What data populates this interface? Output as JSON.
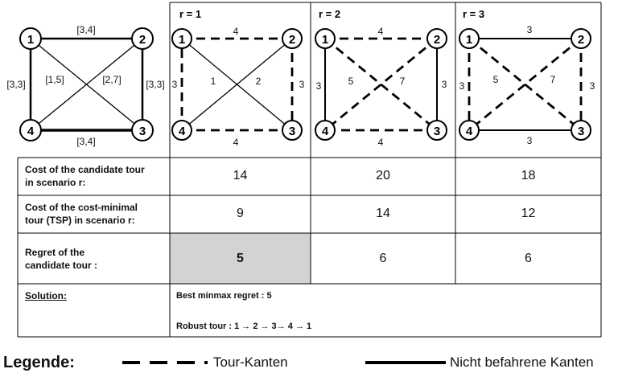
{
  "input_graph": {
    "nodes": [
      "1",
      "2",
      "3",
      "4"
    ],
    "edge_labels": {
      "e12": "[3,4]",
      "e34": "[3,4]",
      "e14": "[3,3]",
      "e23": "[3,3]",
      "e13": "[1,5]",
      "e24": "[2,7]"
    }
  },
  "scenarios": [
    {
      "title": "r = 1",
      "edges": {
        "e12": "4",
        "e34": "4",
        "e14": "3",
        "e23": "3",
        "e13": "1",
        "e24": "2"
      },
      "candidate_cost": "14",
      "tsp_cost": "9",
      "regret": "5"
    },
    {
      "title": "r = 2",
      "edges": {
        "e12": "4",
        "e34": "4",
        "e14": "3",
        "e23": "3",
        "e13": "5",
        "e24": "7"
      },
      "candidate_cost": "20",
      "tsp_cost": "14",
      "regret": "6"
    },
    {
      "title": "r = 3",
      "edges": {
        "e12": "3",
        "e34": "3",
        "e14": "3",
        "e23": "3",
        "e13": "5",
        "e24": "7"
      },
      "candidate_cost": "18",
      "tsp_cost": "12",
      "regret": "6"
    }
  ],
  "table": {
    "row_candidate_label": "Cost of the candidate tour\nin scenario r:",
    "row_tsp_label": "Cost of the cost-minimal\ntour (TSP) in scenario r:",
    "row_regret_label": "Regret of the\ncandidate tour :",
    "solution_label": "Solution:",
    "best_regret_text": "Best minmax regret : 5",
    "robust_tour_text": "Robust tour : 1 → 2 → 3→ 4 → 1"
  },
  "highlight_color": "#d3d3d3",
  "legend": {
    "title": "Legende:",
    "dashed_label": "Tour-Kanten",
    "solid_label": "Nicht befahrene Kanten"
  }
}
